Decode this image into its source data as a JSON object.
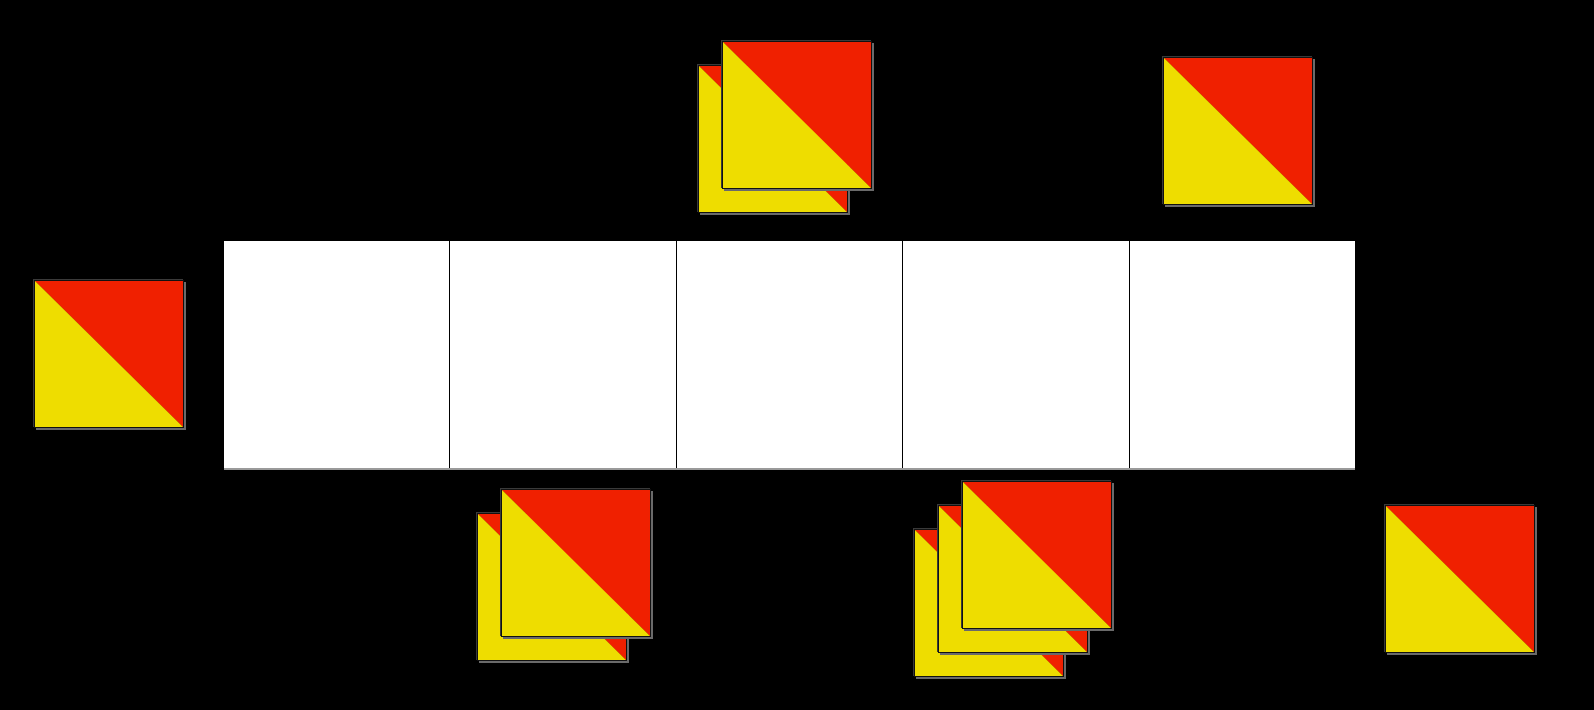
{
  "game": {
    "board": {
      "slot_count": 5,
      "slot_color": "#ffffff",
      "divider_color": "#000000"
    },
    "flag": {
      "icon": "oscar-signal-flag-icon",
      "colors": {
        "red": "#f02000",
        "yellow": "#eedd00"
      }
    },
    "stacks": [
      {
        "id": "left",
        "count": 1
      },
      {
        "id": "top-middle",
        "count": 2
      },
      {
        "id": "top-right",
        "count": 1
      },
      {
        "id": "bottom-2",
        "count": 2
      },
      {
        "id": "bottom-4",
        "count": 3
      },
      {
        "id": "bottom-right",
        "count": 1
      }
    ]
  }
}
